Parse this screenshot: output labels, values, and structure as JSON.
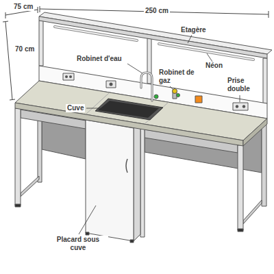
{
  "diagram": {
    "labels": [
      "75 cm",
      "250 cm",
      "70 cm",
      "Etagère",
      "Néon",
      "Robinet d'eau",
      "Robinet de gaz",
      "Prise double",
      "Cuve",
      "Placard sous cuve"
    ]
  }
}
